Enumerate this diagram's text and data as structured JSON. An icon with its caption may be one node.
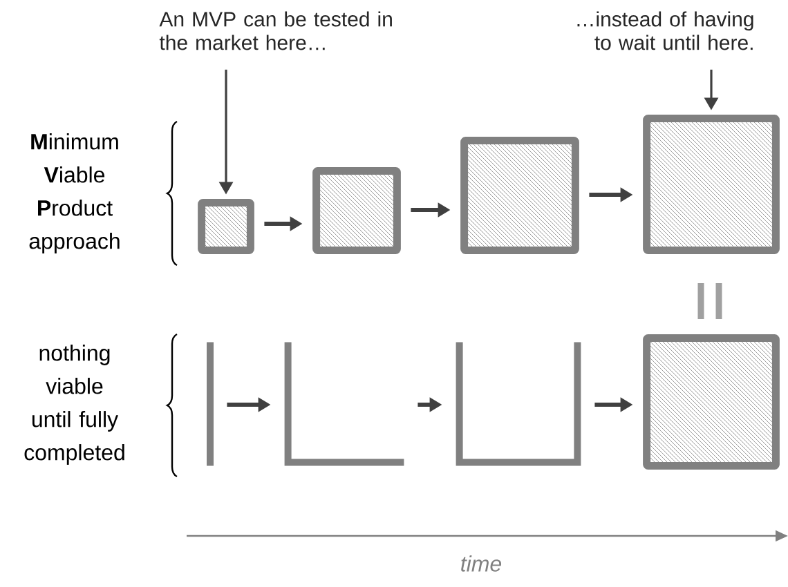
{
  "diagram": {
    "nodes": [
      {
        "text": [
          "An MVP can be tested in the market here…"
        ]
      },
      {
        "text": [
          "…instead of having to wait until here."
        ]
      },
      {
        "text": [],
        "shape": "box"
      },
      {
        "text": [],
        "shape": "box"
      },
      {
        "text": [],
        "shape": "box"
      },
      {
        "text": [],
        "shape": "box"
      },
      {
        "text": [],
        "shape": "bar"
      },
      {
        "text": [],
        "shape": "corner"
      },
      {
        "text": [],
        "shape": "open-box"
      },
      {
        "text": [],
        "shape": "box"
      }
    ],
    "edges": [
      {
        "from": 0,
        "to": 2,
        "arrow": "to"
      },
      {
        "from": 1,
        "to": 5,
        "arrow": "to"
      },
      {
        "from": 2,
        "to": 3,
        "arrow": "to"
      },
      {
        "from": 3,
        "to": 4,
        "arrow": "to"
      },
      {
        "from": 4,
        "to": 5,
        "arrow": "to"
      },
      {
        "from": 6,
        "to": 7,
        "arrow": "to"
      },
      {
        "from": 7,
        "to": 8,
        "arrow": "to"
      },
      {
        "from": 8,
        "to": 9,
        "arrow": "to"
      }
    ],
    "labels": [
      "**M**inimum **V**iable **P**roduct approach",
      "nothing viable until fully completed",
      "time"
    ]
  }
}
